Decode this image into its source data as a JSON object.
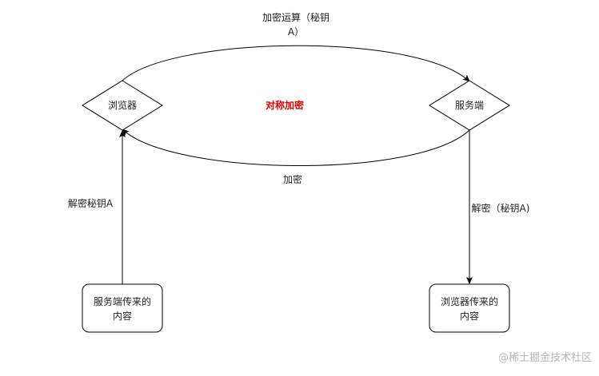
{
  "nodes": {
    "browser": "浏览器",
    "server": "服务端",
    "server_content_line1": "服务端传来的",
    "server_content_line2": "内容",
    "browser_content_line1": "浏览器传来的",
    "browser_content_line2": "内容"
  },
  "edges": {
    "top_arc_line1": "加密运算（秘钥",
    "top_arc_line2": "A）",
    "bottom_arc": "加密",
    "left_vertical": "解密秘钥A",
    "right_vertical": "解密（秘钥A)"
  },
  "center_title": "对称加密",
  "watermark": "@稀土掘金技术社区",
  "colors": {
    "center_title": "#e00000",
    "watermark": "#b5b5b5",
    "stroke": "#000000"
  }
}
